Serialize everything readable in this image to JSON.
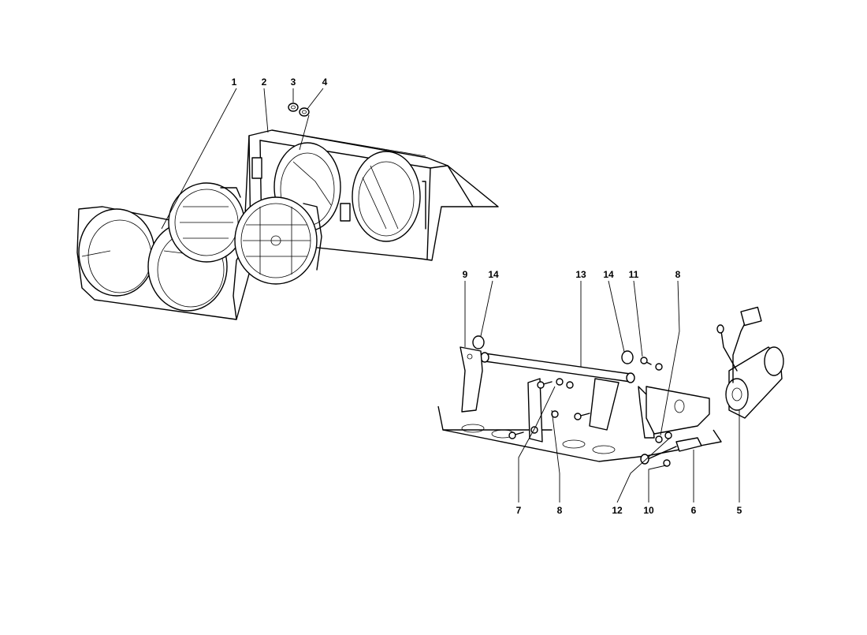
{
  "diagram": {
    "callouts": [
      {
        "id": "c1",
        "label": "1"
      },
      {
        "id": "c2",
        "label": "2"
      },
      {
        "id": "c3",
        "label": "3"
      },
      {
        "id": "c4",
        "label": "4"
      },
      {
        "id": "c9",
        "label": "9"
      },
      {
        "id": "c14a",
        "label": "14"
      },
      {
        "id": "c13",
        "label": "13"
      },
      {
        "id": "c14b",
        "label": "14"
      },
      {
        "id": "c11",
        "label": "11"
      },
      {
        "id": "c8a",
        "label": "8"
      },
      {
        "id": "c7",
        "label": "7"
      },
      {
        "id": "c8b",
        "label": "8"
      },
      {
        "id": "c12",
        "label": "12"
      },
      {
        "id": "c10",
        "label": "10"
      },
      {
        "id": "c6",
        "label": "6"
      },
      {
        "id": "c5",
        "label": "5"
      }
    ]
  }
}
